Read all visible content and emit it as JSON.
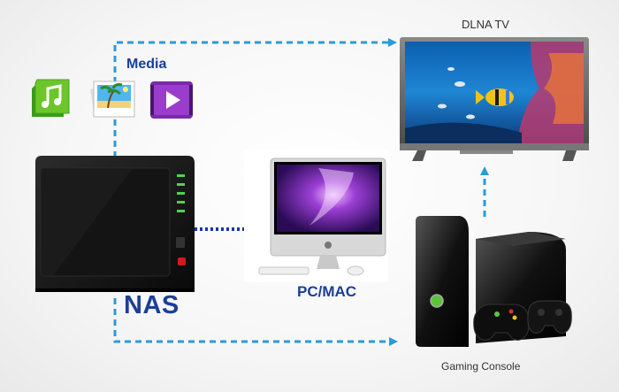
{
  "labels": {
    "tv": "DLNA TV",
    "media": "Media",
    "nas": "NAS",
    "pc": "PC/MAC",
    "console": "Gaming Console"
  },
  "icons": [
    "music-file-icon",
    "photo-file-icon",
    "video-file-icon"
  ],
  "colors": {
    "arrow": "#2a9bd8",
    "label_blue": "#1a3f9a",
    "nas_to_pc_arrow": "#1a33b0"
  }
}
